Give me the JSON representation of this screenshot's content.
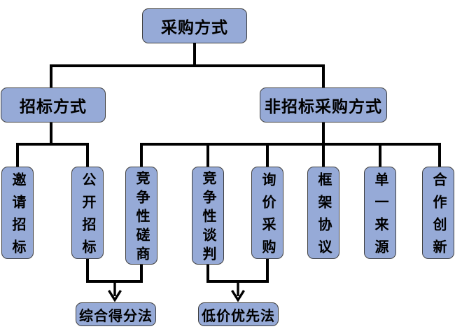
{
  "nodes": {
    "root": "采购方式",
    "bidding": "招标方式",
    "non_bidding": "非招标采购方式",
    "invited_bidding": "邀请招标",
    "open_bidding": "公开招标",
    "competitive_consultation": "竞争性磋商",
    "competitive_negotiation": "竞争性谈判",
    "inquiry_procurement": "询价采购",
    "framework_agreement": "框架协议",
    "single_source": "单一来源",
    "cooperative_innovation": "合作创新",
    "comprehensive_scoring": "综合得分法",
    "low_price_priority": "低价优先法"
  },
  "structure": {
    "root_children": [
      "bidding",
      "non_bidding"
    ],
    "bidding_children": [
      "invited_bidding",
      "open_bidding"
    ],
    "non_bidding_children": [
      "competitive_consultation",
      "competitive_negotiation",
      "inquiry_procurement",
      "framework_agreement",
      "single_source",
      "cooperative_innovation"
    ],
    "merge_arrows": [
      {
        "from": [
          "open_bidding",
          "competitive_consultation"
        ],
        "to": "comprehensive_scoring"
      },
      {
        "from": [
          "competitive_negotiation",
          "inquiry_procurement"
        ],
        "to": "low_price_priority"
      }
    ]
  },
  "colors": {
    "background": "#ffffff",
    "node_fill": "#96aad7",
    "node_border": "#3f3f3f",
    "connector": "#000000",
    "text": "#000000"
  }
}
